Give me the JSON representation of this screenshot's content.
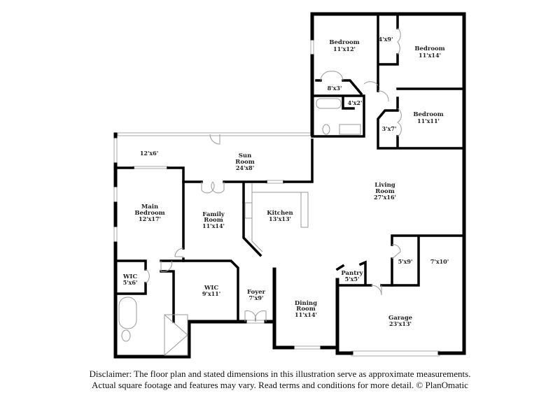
{
  "rooms": {
    "bedroom1": {
      "name": [
        "Bedroom"
      ],
      "dims": "11'x12'"
    },
    "bedroom2": {
      "name": [
        "Bedroom"
      ],
      "dims": "11'x14'"
    },
    "bedroom3": {
      "name": [
        "Bedroom"
      ],
      "dims": "11'x11'"
    },
    "closet_4x9": {
      "dims": "4'x9'"
    },
    "closet_8x3": {
      "dims": "8'x3'"
    },
    "closet_4x2": {
      "dims": "4'x2'"
    },
    "closet_3x7": {
      "dims": "3'x7'"
    },
    "porch_12x6": {
      "dims": "12'x6'"
    },
    "sun_room": {
      "name": [
        "Sun",
        "Room"
      ],
      "dims": "24'x8'"
    },
    "main_bedroom": {
      "name": [
        "Main",
        "Bedroom"
      ],
      "dims": "12'x17'"
    },
    "family_room": {
      "name": [
        "Family",
        "Room"
      ],
      "dims": "11'x14'"
    },
    "kitchen": {
      "name": [
        "Kitchen"
      ],
      "dims": "13'x13'"
    },
    "living_room": {
      "name": [
        "Living",
        "Room"
      ],
      "dims": "27'x16'"
    },
    "wic_small": {
      "name": [
        "WIC"
      ],
      "dims": "5'x6'"
    },
    "wic_large": {
      "name": [
        "WIC"
      ],
      "dims": "9'x11'"
    },
    "foyer": {
      "name": [
        "Foyer"
      ],
      "dims": "7'x9'"
    },
    "dining_room": {
      "name": [
        "Dining",
        "Room"
      ],
      "dims": "11'x14'"
    },
    "pantry": {
      "name": [
        "Pantry"
      ],
      "dims": "5'x5'"
    },
    "closet_5x9": {
      "dims": "5'x9'"
    },
    "storage_7x10": {
      "dims": "7'x10'"
    },
    "garage": {
      "name": [
        "Garage"
      ],
      "dims": "23'x13'"
    }
  },
  "disclaimer": {
    "line1": "Disclaimer: The floor plan and stated dimensions in this illustration serve as approximate measurements.",
    "line2": "Actual square footage and features may vary. Read terms and conditions for more detail. © PlanOmatic"
  }
}
